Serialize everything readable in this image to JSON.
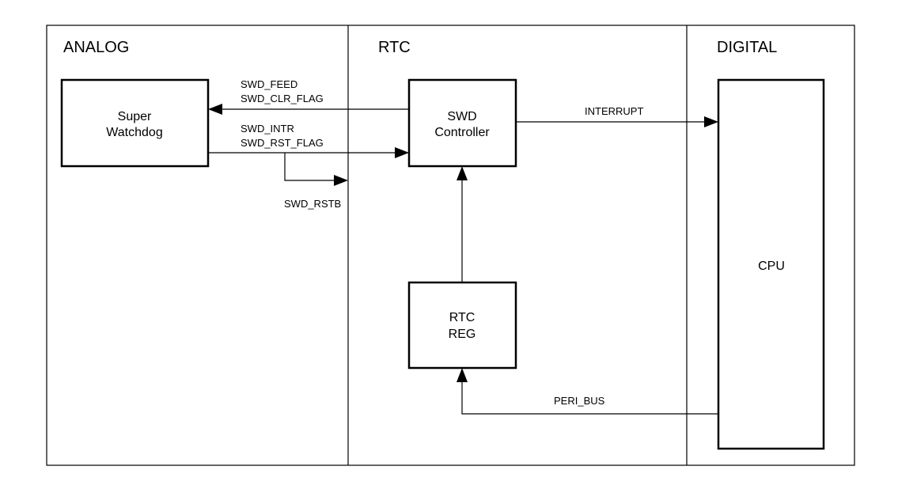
{
  "regions": {
    "analog": "ANALOG",
    "rtc": "RTC",
    "digital": "DIGITAL"
  },
  "blocks": {
    "super_watchdog": {
      "line1": "Super",
      "line2": "Watchdog"
    },
    "swd_controller": {
      "line1": "SWD",
      "line2": "Controller"
    },
    "rtc_reg": {
      "line1": "RTC",
      "line2": "REG"
    },
    "cpu": {
      "label": "CPU"
    }
  },
  "signals": {
    "swd_feed": "SWD_FEED",
    "swd_clr_flag": "SWD_CLR_FLAG",
    "swd_intr": "SWD_INTR",
    "swd_rst_flag": "SWD_RST_FLAG",
    "swd_rstb": "SWD_RSTB",
    "interrupt": "INTERRUPT",
    "peri_bus": "PERI_BUS"
  },
  "colors": {
    "stroke": "#000000",
    "background": "#ffffff"
  }
}
